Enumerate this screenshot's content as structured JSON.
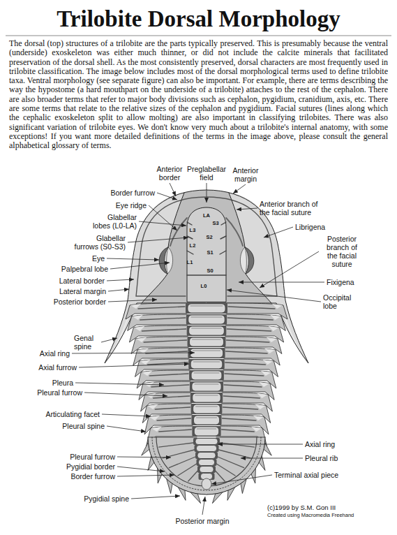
{
  "diagram": {
    "title": "Trilobite Dorsal Morphology",
    "caption": "(c)1999 by S.M. Gon III",
    "labels": [
      "The dorsal (top) structures of a trilobite are the parts typically preserved. This is presumably because the ventral (underside) exoskeleton was either much thinner, or did not include the calcite minerals that facilitated preservation of the dorsal shell. As the most consistently preserved, dorsal characters are most frequently used in trilobite classification. The image below includes most of the dorsal morphological terms used to define trilobite taxa. Ventral morphology (see separate figure) can also be important. For example, there are terms describing the way the hypostome (a hard mouthpart on the underside of a trilobite) attaches to the rest of the cephalon. There are also broader terms that refer to major body divisions such as cephalon, pygidium, cranidium, axis, etc. There are some terms that relate to the relative sizes of the cephalon and pygidium. Facial sutures (lines along which the cephalic exoskeleton split to allow molting) are also important in classifying trilobites. There was also significant variation of trilobite eyes. We don't know very much about a trilobite's internal anatomy, with some exceptions! If you want more detailed definitions of the terms in the image above, please consult the general alphabetical glossary of terms.",
      "Anterior border",
      "Preglabellar field",
      "Anterior margin",
      "Border furrow",
      "Eye ridge",
      "Glabellar lobes (L0-LA)",
      "Glabellar furrows (S0-S3)",
      "Eye",
      "Palpebral lobe",
      "Lateral border",
      "Lateral margin",
      "Posterior border",
      "Anterior branch of the facial suture",
      "Librigena",
      "Posterior branch of the facial suture",
      "Fixigena",
      "Occipital lobe",
      "LA",
      "S3",
      "L3",
      "S2",
      "L2",
      "S1",
      "L1",
      "S0",
      "L0",
      "Genal spine",
      "Axial ring",
      "Axial furrow",
      "Pleura",
      "Pleural furrow",
      "Articulating facet",
      "Pleural spine",
      "Axial ring",
      "Pleural rib",
      "Terminal axial piece",
      "Pleural furrow",
      "Pygidial border",
      "Border furrow",
      "Pygidial spine",
      "Posterior margin",
      "Created using Macromedia Freehand"
    ]
  }
}
